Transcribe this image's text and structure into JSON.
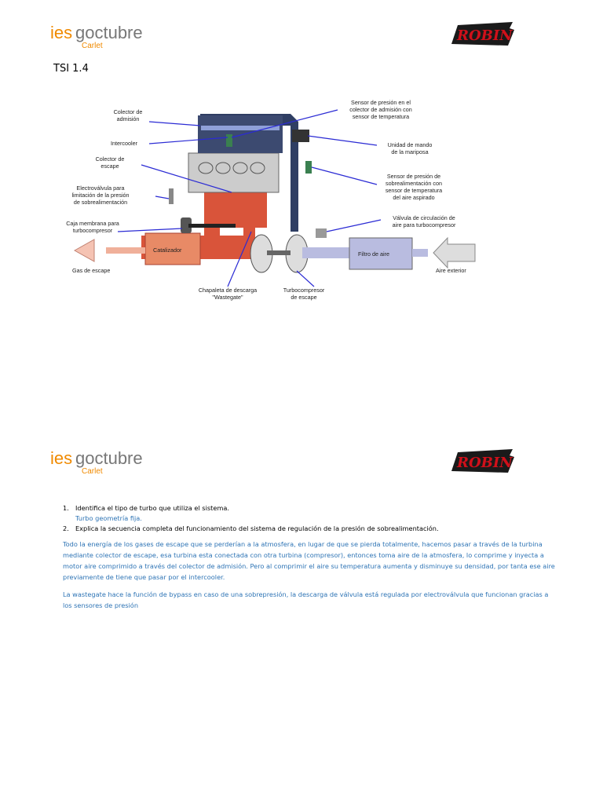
{
  "header": {
    "school_logo": "iesgoctubre Carlet",
    "brand_logo": "ROBIN"
  },
  "page_title": "TSI 1.4",
  "diagram": {
    "labels": {
      "colector_admision": [
        "Colector de",
        "admisión"
      ],
      "intercooler": "Intercooler",
      "colector_escape": [
        "Colector de",
        "escape"
      ],
      "electrovalvula": [
        "Electroválvula para",
        "limitación de la presión",
        "de sobrealimentación"
      ],
      "caja_membrana": [
        "Caja membrana para",
        "turbocompresor"
      ],
      "catalizador": "Catalizador",
      "gas_escape": "Gas de escape",
      "chapaleta": [
        "Chapaleta de descarga",
        "\"Wastegate\""
      ],
      "turbocompresor": [
        "Turbocompresor",
        "de escape"
      ],
      "sensor_colector": [
        "Sensor de presión en el",
        "colector de admisión con",
        "sensor de temperatura"
      ],
      "unidad_mando": [
        "Unidad de mando",
        "de la mariposa"
      ],
      "sensor_sobre": [
        "Sensor de presión de",
        "sobrealimentación con",
        "sensor de temperatura",
        "del aire aspirado"
      ],
      "valvula": [
        "Válvula de circulación de",
        "aire para turbocompresor"
      ],
      "filtro": "Filtro de aire",
      "aire_exterior": "Aire exterior"
    }
  },
  "questions": [
    {
      "num": "1.",
      "text": "Identifica el tipo de turbo que utiliza el sistema.",
      "answer": "Turbo geometría fija."
    },
    {
      "num": "2.",
      "text": "Explica la secuencia completa del funcionamiento del sistema de regulación de la presión de sobrealimentación."
    }
  ],
  "paragraphs": [
    "Todo la energía de los gases de escape que se perderían a la atmosfera, en lugar de que se pierda totalmente, hacemos pasar a través de la turbina mediante colector de escape, esa turbina esta conectada con otra turbina (compresor), entonces toma aire de la atmosfera, lo comprime y inyecta a motor aire comprimido a través del colector de admisión. Pero al comprimir el aire su temperatura aumenta y disminuye su densidad, por tanta ese aire previamente de tiene que pasar por el intercooler.",
    "La wastegate hace la función de bypass en caso de una sobrepresión, la descarga de válvula está regulada por electroválvula que funcionan gracias a los sensores de presión"
  ],
  "colors": {
    "exhaust": "#d9543a",
    "intake": "#2f3e63",
    "filter": "#b9bce0",
    "leader": "#2b2bd4",
    "answer_blue": "#2e74b5",
    "logo_orange": "#f08a00",
    "robin_red": "#d0101a"
  }
}
